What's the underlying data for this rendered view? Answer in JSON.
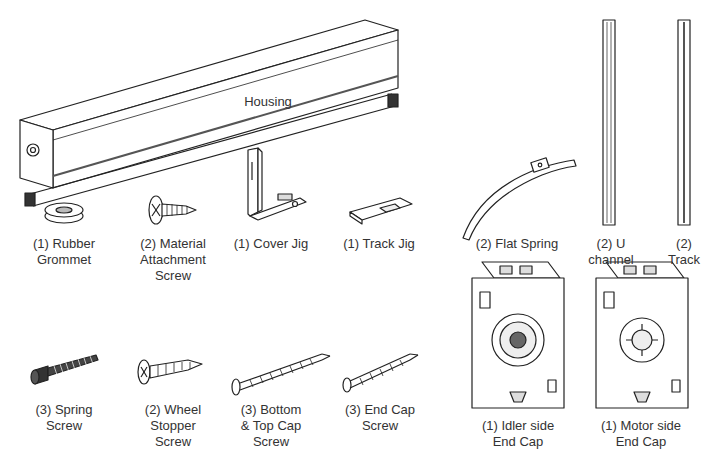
{
  "diagram": {
    "labels": [
      "Housing",
      "(1) Rubber Grommet",
      "(2) Material Attachment Screw",
      "(1) Cover Jig",
      "(1) Track Jig",
      "(2) Flat Spring",
      "(2) U channel",
      "(2) Track",
      "(3) Spring Screw",
      "(2) Wheel Stopper Screw",
      "(3) Bottom & Top Cap Screw",
      "(3) End Cap Screw",
      "(1) Idler side End Cap",
      "(1) Motor side End Cap"
    ]
  }
}
